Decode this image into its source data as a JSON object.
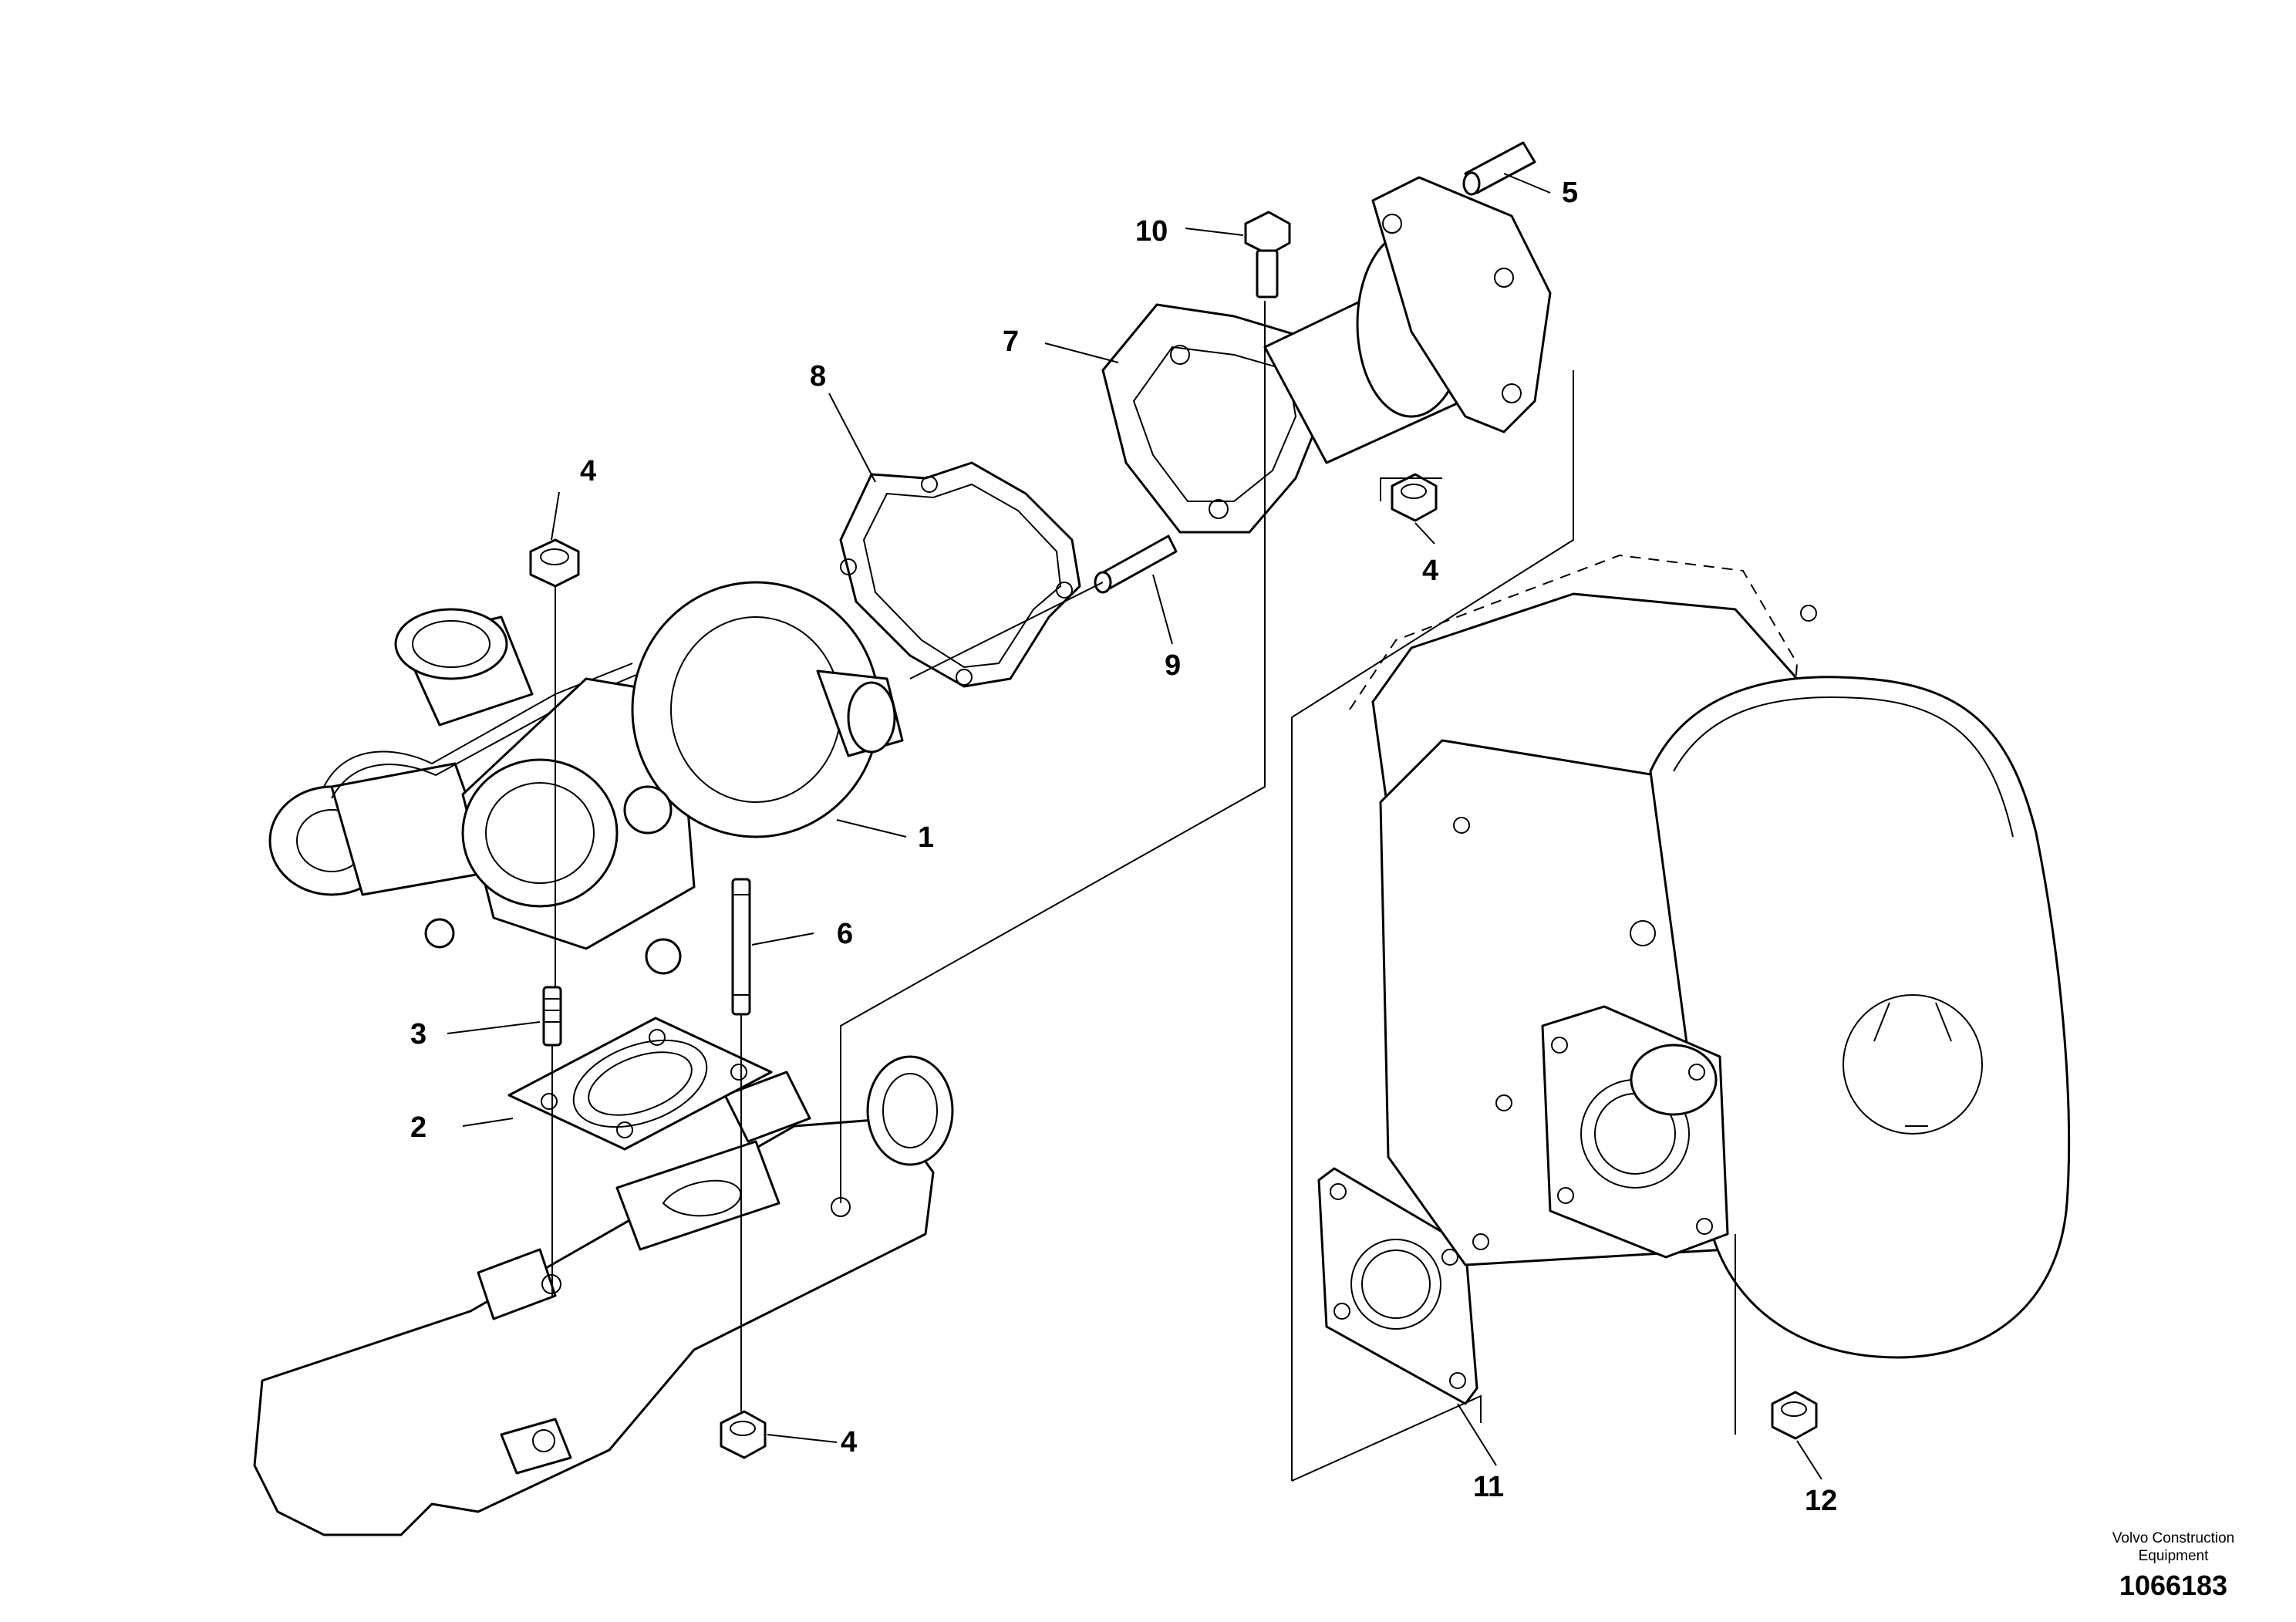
{
  "callouts": {
    "c1": "1",
    "c2": "2",
    "c3": "3",
    "c4a": "4",
    "c4b": "4",
    "c4c": "4",
    "c5": "5",
    "c6": "6",
    "c7": "7",
    "c8": "8",
    "c9": "9",
    "c10": "10",
    "c11": "11",
    "c12": "12"
  },
  "footer": {
    "company_line1": "Volvo Construction",
    "company_line2": "Equipment",
    "drawing_number": "1066183"
  }
}
